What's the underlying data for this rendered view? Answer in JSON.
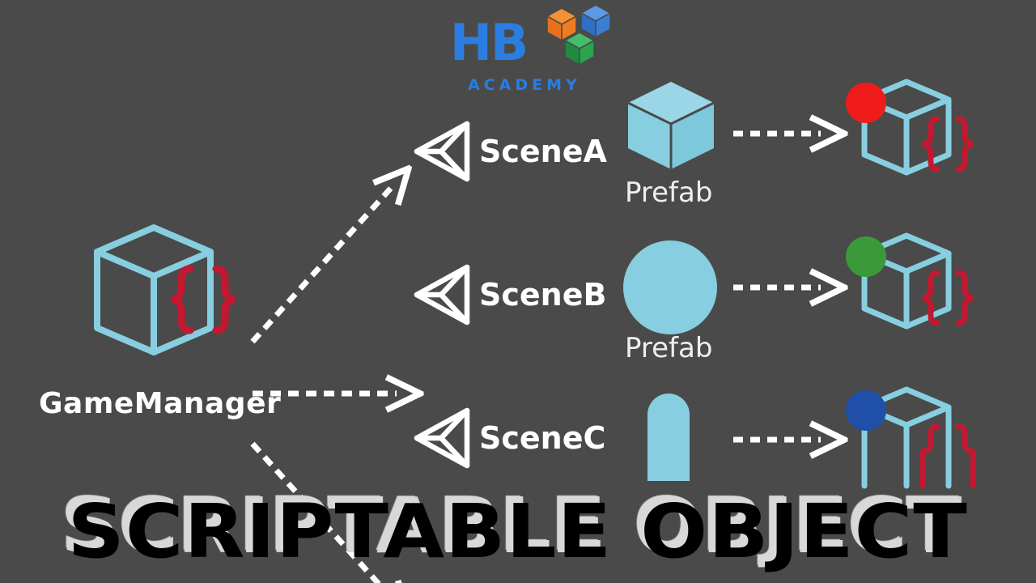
{
  "background_color": "#4a4a4a",
  "palette": {
    "cyan": "#87cfe0",
    "cyan_stroke": "#7ec9dd",
    "red": "#c21830",
    "white": "#ffffff",
    "logo_blue": "#2a7de1",
    "cube_orange": "#f07c22",
    "cube_blue": "#3a7fd5",
    "cube_green": "#2aa44f",
    "dot_red": "#f01c1c",
    "dot_green": "#3a9a3a",
    "dot_blue": "#1f4fa8",
    "banner_text": "#000000",
    "banner_shadow": "#d8d8d8"
  },
  "logo": {
    "wordmark": "HB",
    "subtitle": "ACADEMY",
    "cubes": [
      {
        "name": "cube-orange",
        "color": "#f07c22"
      },
      {
        "name": "cube-blue",
        "color": "#3a7fd5"
      },
      {
        "name": "cube-green",
        "color": "#2aa44f"
      }
    ]
  },
  "source": {
    "label": "GameManager",
    "icon": "wireframe-cube-with-script-brace"
  },
  "rows": [
    {
      "scene_label": "SceneA",
      "scene_icon": "unity-logo",
      "prefab_label": "Prefab",
      "prefab_shape": "cube",
      "target_icon": "wireframe-cube-with-script-brace",
      "target_dot_color": "#f01c1c",
      "target_dot_name": "red-dot"
    },
    {
      "scene_label": "SceneB",
      "scene_icon": "unity-logo",
      "prefab_label": "Prefab",
      "prefab_shape": "sphere",
      "target_icon": "wireframe-cube-with-script-brace",
      "target_dot_color": "#3a9a3a",
      "target_dot_name": "green-dot"
    },
    {
      "scene_label": "SceneC",
      "scene_icon": "unity-logo",
      "prefab_label": "",
      "prefab_shape": "capsule",
      "target_icon": "wireframe-cube-with-script-brace",
      "target_dot_color": "#1f4fa8",
      "target_dot_name": "blue-dot"
    }
  ],
  "banner": {
    "title": "SCRIPTABLE OBJECT"
  },
  "arrows": {
    "style": "dashed-white-open-arrowhead",
    "from_source_count": 3,
    "from_prefab_count": 3
  }
}
